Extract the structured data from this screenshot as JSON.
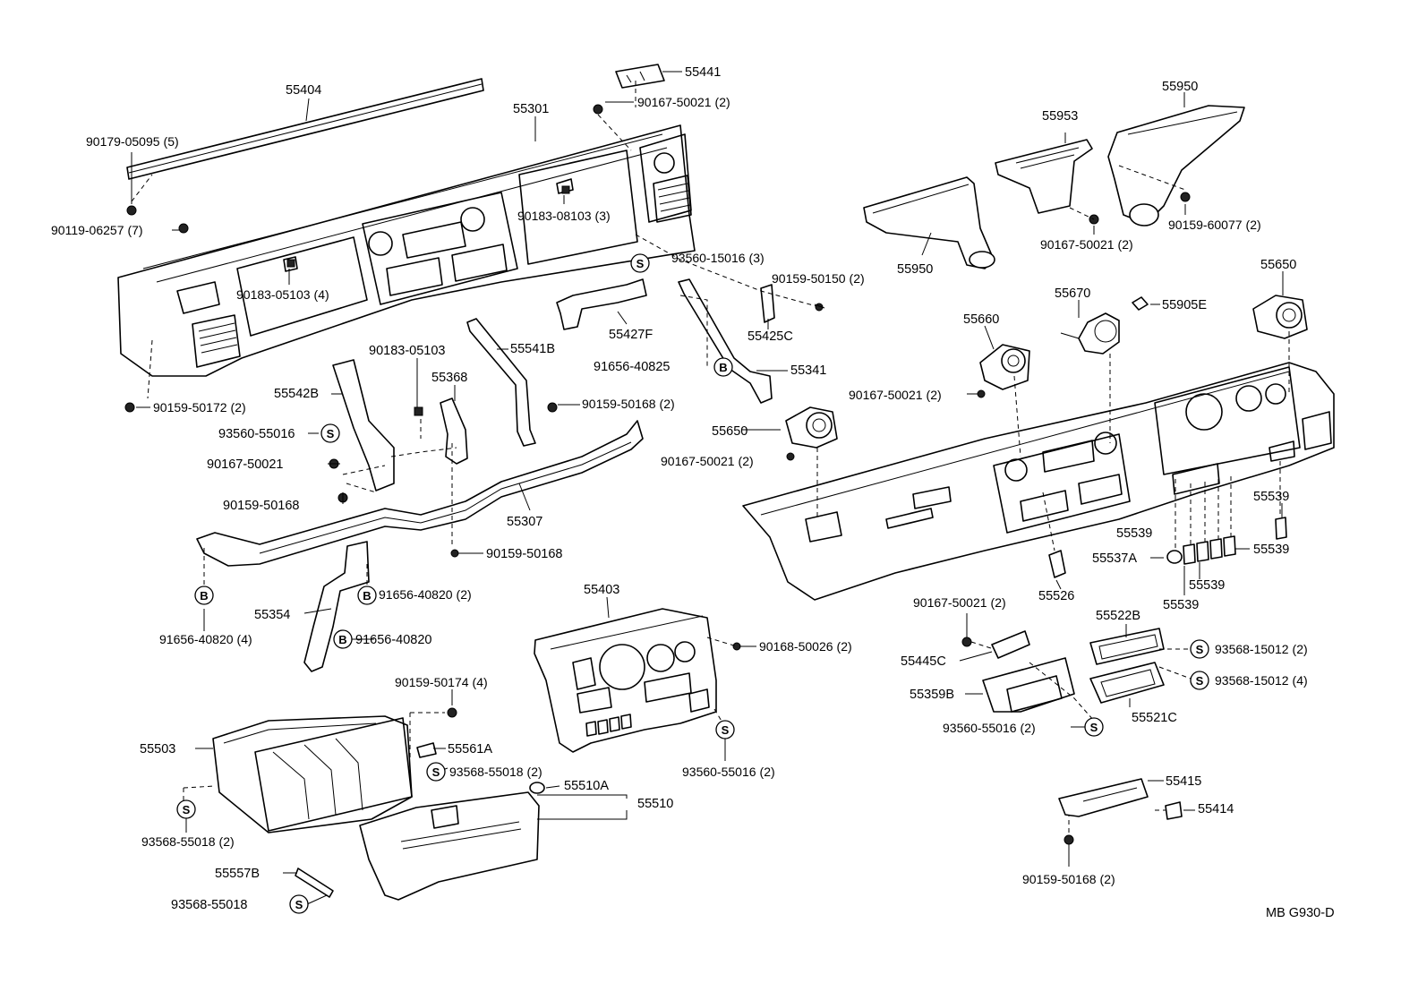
{
  "labels": {
    "p55404": {
      "code": "55404",
      "qty": ""
    },
    "p90179_05095": {
      "code": "90179-05095",
      "qty": "(5)"
    },
    "p90119_06257": {
      "code": "90119-06257",
      "qty": "(7)"
    },
    "p55301": {
      "code": "55301",
      "qty": ""
    },
    "p55441": {
      "code": "55441",
      "qty": ""
    },
    "p90167_50021_top": {
      "code": "90167-50021",
      "qty": "(2)"
    },
    "p90183_08103": {
      "code": "90183-08103",
      "qty": "(3)"
    },
    "p90183_05103_a": {
      "code": "90183-05103",
      "qty": "(4)"
    },
    "p93560_15016": {
      "code": "93560-15016",
      "qty": "(3)"
    },
    "p90159_50150": {
      "code": "90159-50150",
      "qty": "(2)"
    },
    "p55425C": {
      "code": "55425C",
      "qty": ""
    },
    "p55427F": {
      "code": "55427F",
      "qty": ""
    },
    "p55341": {
      "code": "55341",
      "qty": ""
    },
    "p91656_40825": {
      "code": "91656-40825",
      "qty": ""
    },
    "p55541B": {
      "code": "55541B",
      "qty": ""
    },
    "p90159_50168_a": {
      "code": "90159-50168",
      "qty": "(2)"
    },
    "p90183_05103_b": {
      "code": "90183-05103",
      "qty": ""
    },
    "p55368": {
      "code": "55368",
      "qty": ""
    },
    "p55542B": {
      "code": "55542B",
      "qty": ""
    },
    "p93560_55016_a": {
      "code": "93560-55016",
      "qty": ""
    },
    "p90167_50021_b": {
      "code": "90167-50021",
      "qty": ""
    },
    "p90159_50168_b": {
      "code": "90159-50168",
      "qty": ""
    },
    "p90159_50172": {
      "code": "90159-50172",
      "qty": "(2)"
    },
    "p55307": {
      "code": "55307",
      "qty": ""
    },
    "p90159_50168_c": {
      "code": "90159-50168",
      "qty": ""
    },
    "p55354": {
      "code": "55354",
      "qty": ""
    },
    "p91656_40820_a": {
      "code": "91656-40820",
      "qty": "(2)"
    },
    "p91656_40820_b": {
      "code": "91656-40820",
      "qty": ""
    },
    "p91656_40820_c": {
      "code": "91656-40820",
      "qty": "(4)"
    },
    "p55650_a": {
      "code": "55650",
      "qty": ""
    },
    "p90167_50021_c": {
      "code": "90167-50021",
      "qty": "(2)"
    },
    "p55953": {
      "code": "55953",
      "qty": ""
    },
    "p55950_a": {
      "code": "55950",
      "qty": ""
    },
    "p55950_b": {
      "code": "55950",
      "qty": ""
    },
    "p90167_50021_d": {
      "code": "90167-50021",
      "qty": "(2)"
    },
    "p90159_60077": {
      "code": "90159-60077",
      "qty": "(2)"
    },
    "p55670": {
      "code": "55670",
      "qty": ""
    },
    "p55905E": {
      "code": "55905E",
      "qty": ""
    },
    "p55650_b": {
      "code": "55650",
      "qty": ""
    },
    "p55660": {
      "code": "55660",
      "qty": ""
    },
    "p90167_50021_e": {
      "code": "90167-50021",
      "qty": "(2)"
    },
    "p55539_a": {
      "code": "55539",
      "qty": ""
    },
    "p55539_b": {
      "code": "55539",
      "qty": ""
    },
    "p55539_c": {
      "code": "55539",
      "qty": ""
    },
    "p55539_d": {
      "code": "55539",
      "qty": ""
    },
    "p55539_e": {
      "code": "55539",
      "qty": ""
    },
    "p55537A": {
      "code": "55537A",
      "qty": ""
    },
    "p55526": {
      "code": "55526",
      "qty": ""
    },
    "p55403": {
      "code": "55403",
      "qty": ""
    },
    "p90168_50026": {
      "code": "90168-50026",
      "qty": "(2)"
    },
    "p93560_55016_b": {
      "code": "93560-55016",
      "qty": "(2)"
    },
    "p90167_50021_f": {
      "code": "90167-50021",
      "qty": "(2)"
    },
    "p55445C": {
      "code": "55445C",
      "qty": ""
    },
    "p55359B": {
      "code": "55359B",
      "qty": ""
    },
    "p93560_55016_c": {
      "code": "93560-55016",
      "qty": "(2)"
    },
    "p55522B": {
      "code": "55522B",
      "qty": ""
    },
    "p93568_15012_a": {
      "code": "93568-15012",
      "qty": "(2)"
    },
    "p93568_15012_b": {
      "code": "93568-15012",
      "qty": "(4)"
    },
    "p55521C": {
      "code": "55521C",
      "qty": ""
    },
    "p90159_50174": {
      "code": "90159-50174",
      "qty": "(4)"
    },
    "p55503": {
      "code": "55503",
      "qty": ""
    },
    "p55561A": {
      "code": "55561A",
      "qty": ""
    },
    "p93568_55018_a": {
      "code": "93568-55018",
      "qty": "(2)"
    },
    "p93568_55018_b": {
      "code": "93568-55018",
      "qty": "(2)"
    },
    "p55510A": {
      "code": "55510A",
      "qty": ""
    },
    "p55510": {
      "code": "55510",
      "qty": ""
    },
    "p55557B": {
      "code": "55557B",
      "qty": ""
    },
    "p93568_55018_c": {
      "code": "93568-55018",
      "qty": ""
    },
    "p55415": {
      "code": "55415",
      "qty": ""
    },
    "p55414": {
      "code": "55414",
      "qty": ""
    },
    "p90159_50168_d": {
      "code": "90159-50168",
      "qty": "(2)"
    }
  },
  "symbols": {
    "s": "S",
    "b": "B"
  },
  "figure_id": "MB G930-D"
}
